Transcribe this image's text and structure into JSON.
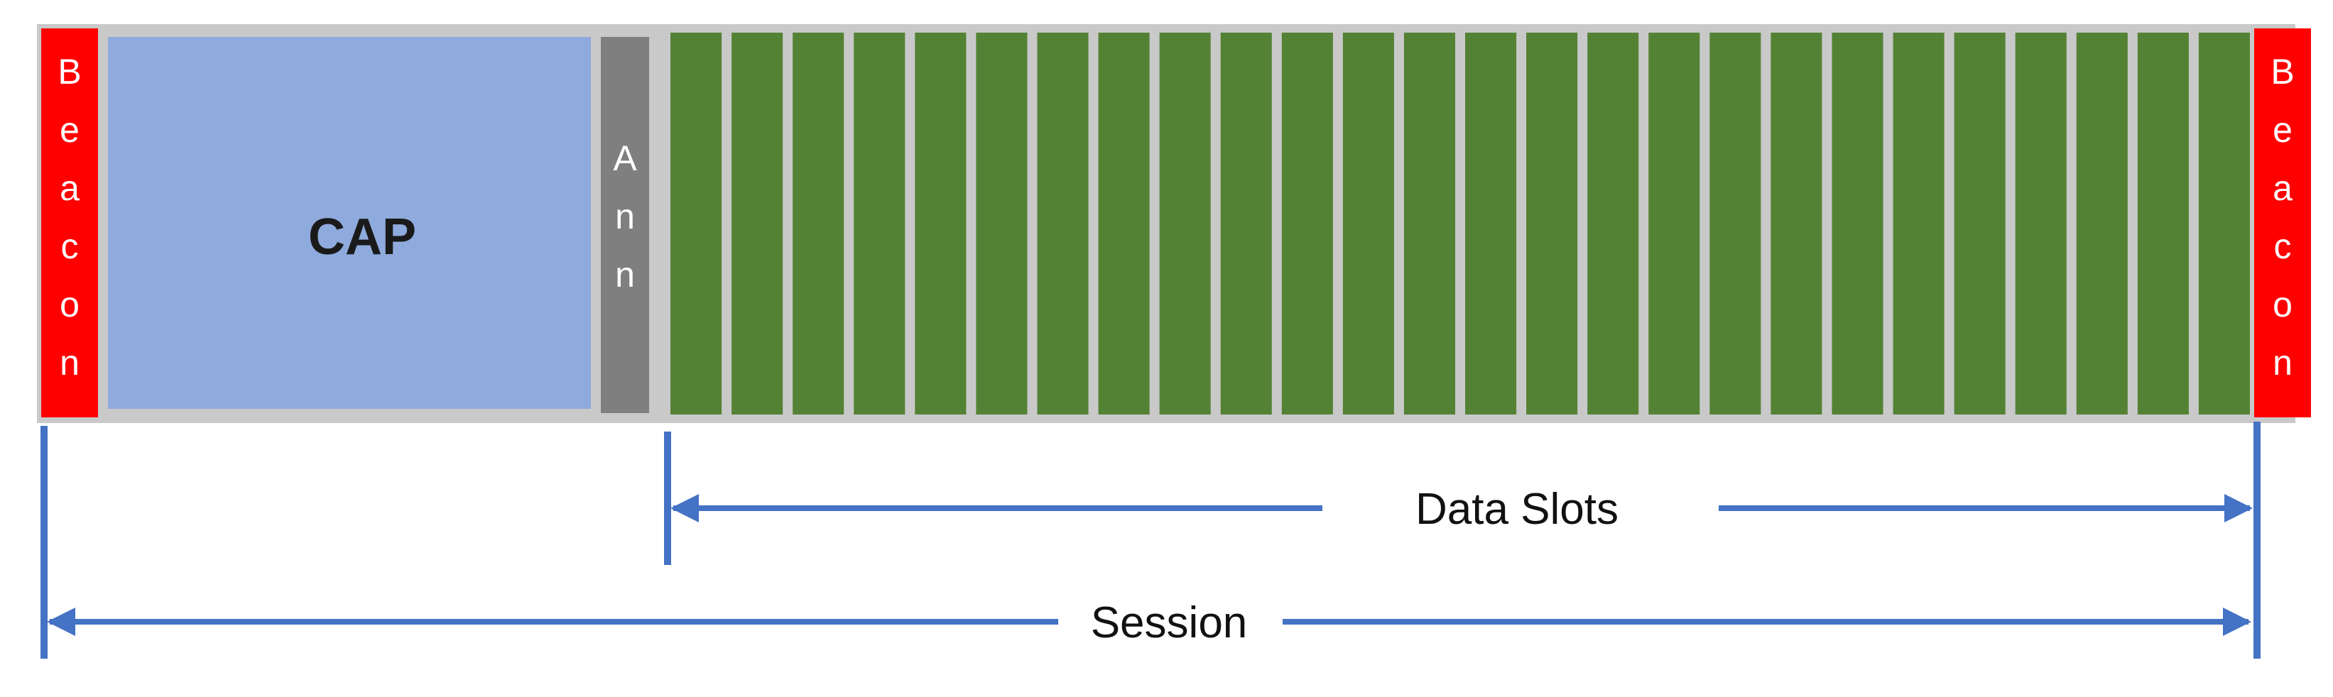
{
  "frame": {
    "beacon_start_label": "Beacon",
    "cap_label": "CAP",
    "ann_label": "Ann",
    "data_slot_count": 26,
    "beacon_end_label": "Beacon"
  },
  "annotations": {
    "data_slots_label": "Data Slots",
    "session_label": "Session"
  },
  "colors": {
    "beacon": "#ff0000",
    "beacon_text": "#ffffff",
    "cap": "#8faadc",
    "ann": "#7f7f7f",
    "ann_text": "#ffffff",
    "slot": "#548235",
    "border": "#c9c9c9",
    "arrow": "#4472c4"
  }
}
